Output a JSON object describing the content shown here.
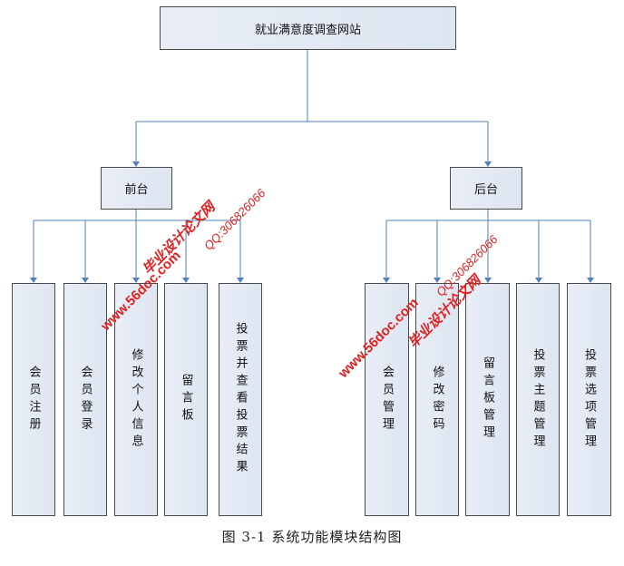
{
  "root": {
    "label": "就业满意度调查网站"
  },
  "front": {
    "label": "前台",
    "children": [
      "会员注册",
      "会员登录",
      "修改个人信息",
      "留言板",
      "投票并查看投票结果"
    ]
  },
  "back": {
    "label": "后台",
    "children": [
      "会员管理",
      "修改密码",
      "留言板管理",
      "投票主题管理",
      "投票选项管理"
    ]
  },
  "caption": "图 3-1  系统功能模块结构图",
  "watermark": {
    "url": "www.56doc.com",
    "qq": "QQ:306826066",
    "brand": "毕业设计论文网"
  },
  "colors": {
    "connector": "#4f81bd",
    "box_border": "#4a4a4a",
    "watermark": "#e02020"
  }
}
